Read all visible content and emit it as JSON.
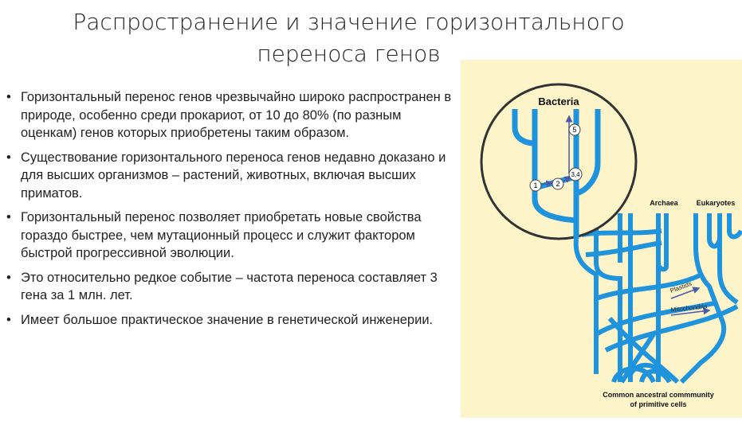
{
  "slide": {
    "title_lines": [
      "Распространение и значение горизонтального",
      "переноса генов"
    ],
    "bullets": [
      "Горизонтальный перенос генов чрезвычайно широко распространен в природе, особенно среди прокариот, от 10 до 80% (по разным оценкам) генов которых приобретены таким образом.",
      "Существование горизонтального переноса генов недавно доказано и для высших организмов – растений, животных, включая высших приматов.",
      "Горизонтальный перенос позволяет приобретать новые свойства гораздо быстрее, чем мутационный процесс и служит фактором быстрой прогрессивной эволюции.",
      "Это относительно редкое событие – частота переноса составляет 3 гена за 1 млн. лет.",
      "Имеет большое практическое значение в генетической инженерии."
    ],
    "bullet_glyph": "•"
  },
  "figure": {
    "bacteria": "Bacteria",
    "archaea": "Archaea",
    "eukaryotes": "Eukaryotes",
    "plastids": "Plastids",
    "mitochondria": "Mitochondria",
    "nodes": [
      "1",
      "2",
      "3,4",
      "5"
    ],
    "caption_lines": [
      "Common ancestral commmunity",
      "of primitive cells"
    ],
    "colors": {
      "background": "#fdf5c9",
      "branch": "#1f93dc",
      "circle": "#333333",
      "arrow": "#4a5aa8"
    }
  }
}
